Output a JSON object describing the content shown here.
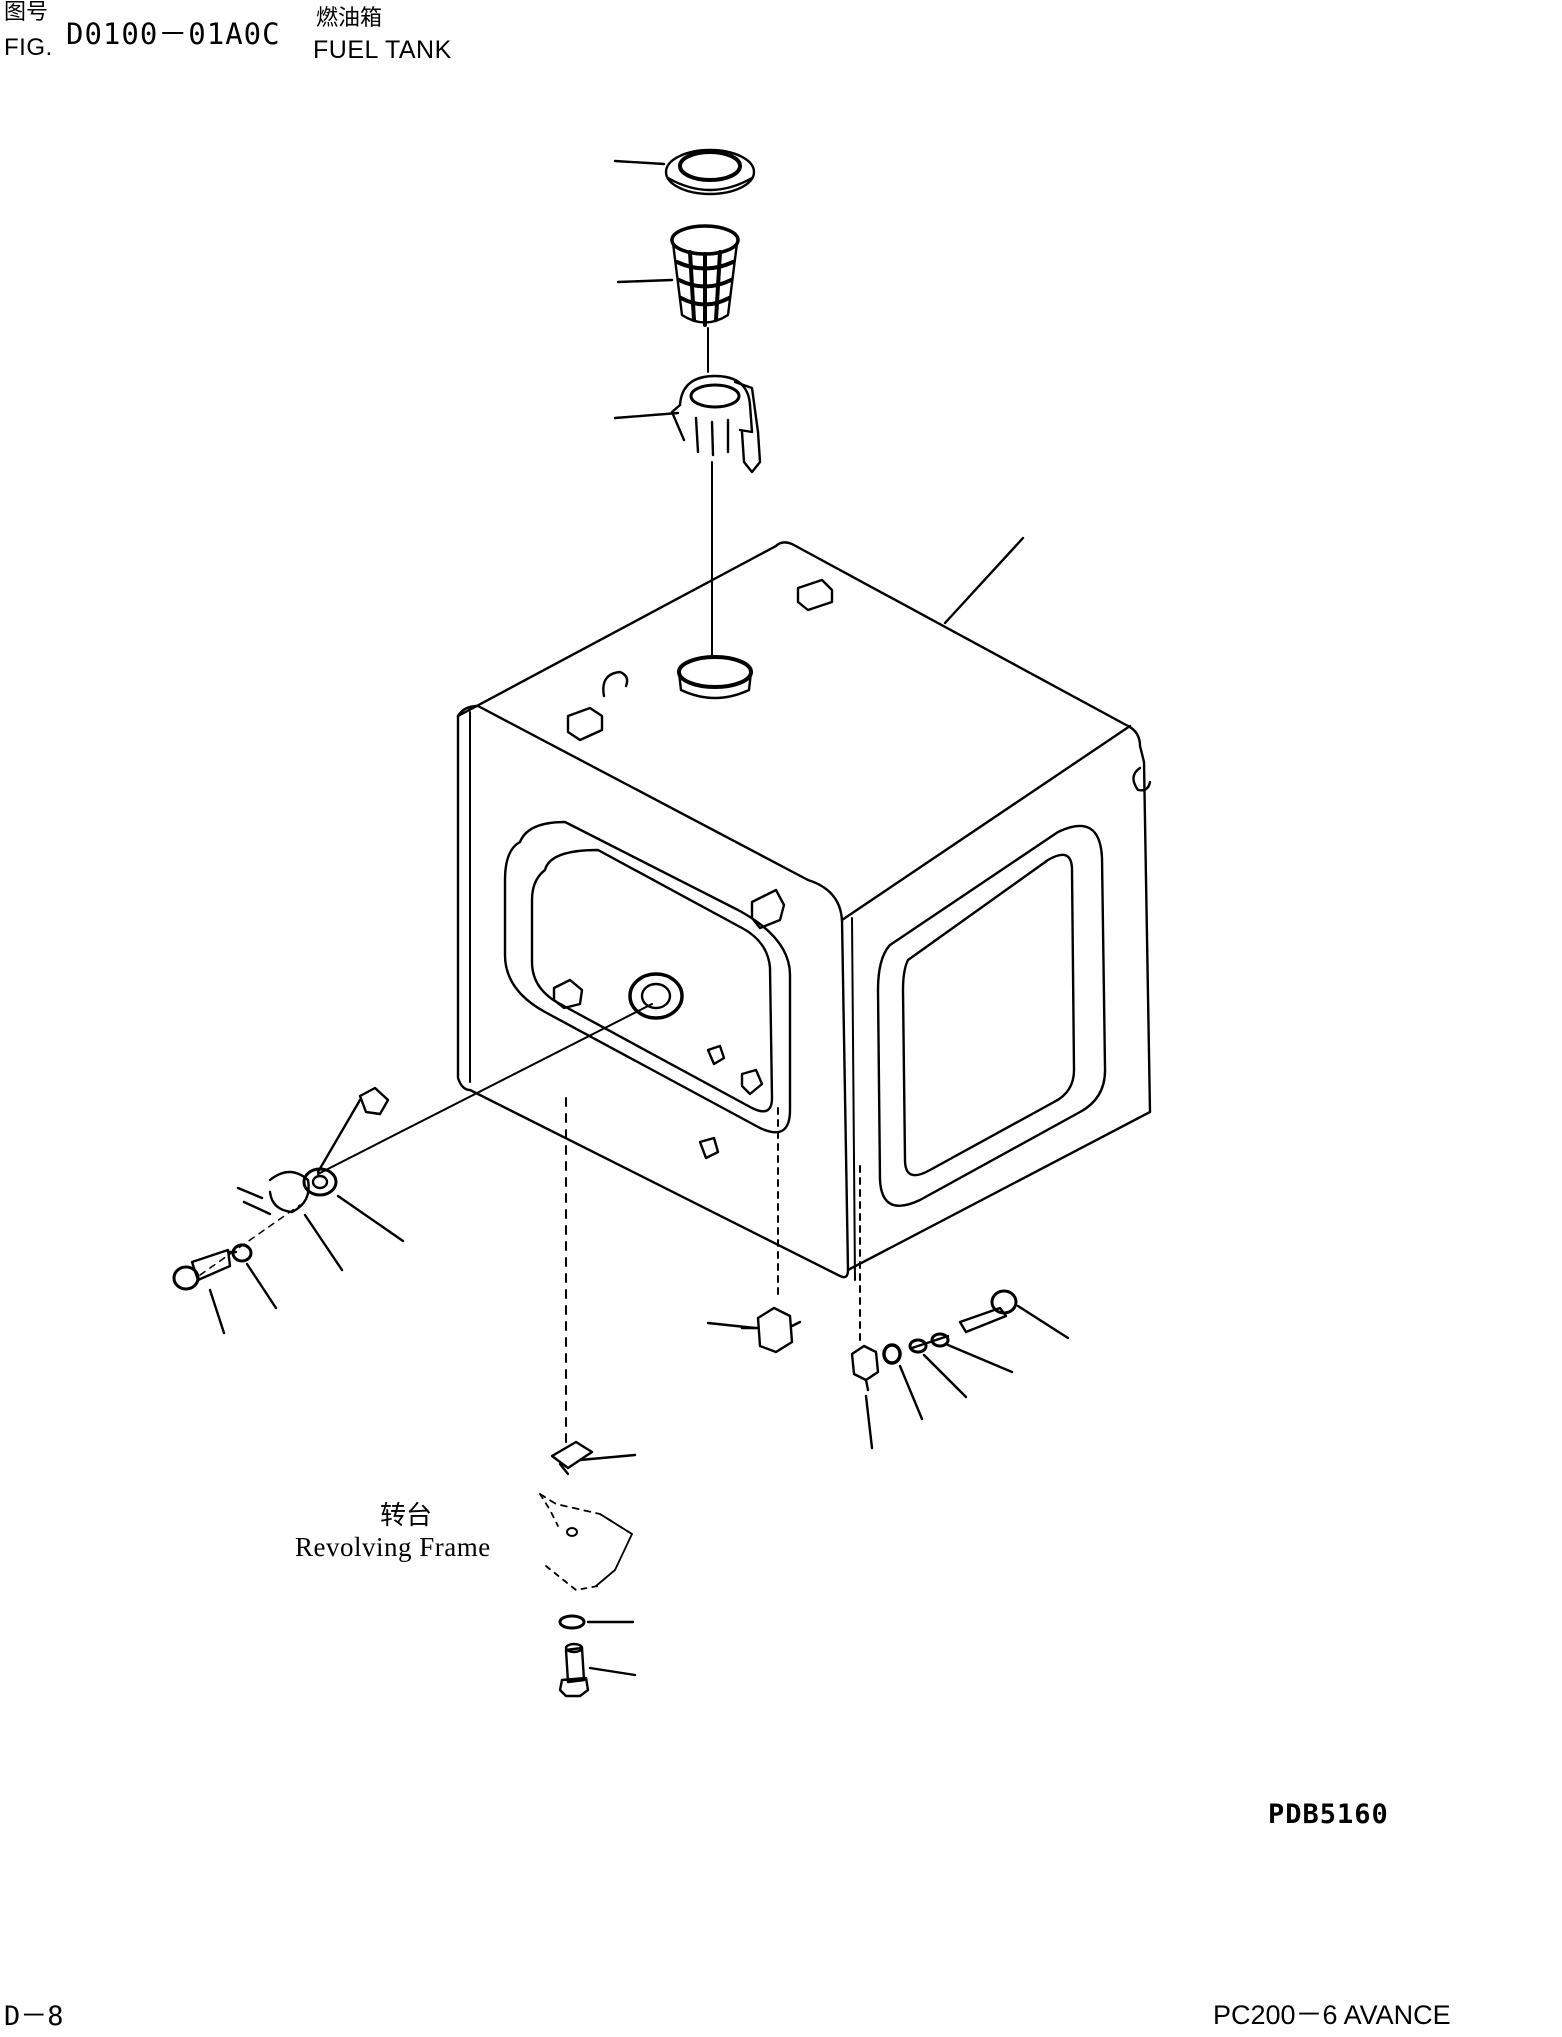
{
  "header": {
    "fig_cn": "图号",
    "fig_en": "FIG.",
    "fig_code": "D0100－01A0C",
    "title_cn": "燃油箱",
    "title_en": "FUEL TANK"
  },
  "labels": {
    "frame_cn": "转台",
    "frame_en": "Revolving Frame"
  },
  "footer": {
    "drawing_no": "PDB5160",
    "page": "D－8",
    "model": "PC200－6 AVANCE"
  }
}
